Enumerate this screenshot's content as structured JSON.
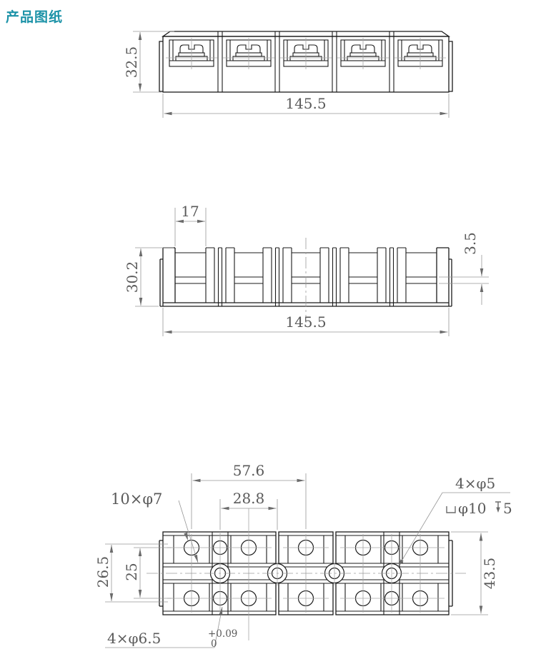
{
  "page": {
    "title": "产品图纸"
  },
  "front_view": {
    "height": "32.5",
    "width": "145.5"
  },
  "section_view": {
    "slot_width": "17",
    "height": "30.2",
    "plate_thickness": "3.5",
    "width": "145.5"
  },
  "plan_view": {
    "hole_pitch_double": "57.6",
    "hole_pitch": "28.8",
    "wire_holes_label": "10×φ7",
    "screw_holes_label": "4×φ5",
    "counterbore_dia": "φ10",
    "counterbore_depth": "5",
    "row_spacing_outer": "26.5",
    "row_spacing": "25",
    "block_depth": "43.5",
    "slot_holes_label": "4×φ6.5",
    "tol_upper": "+0.09",
    "tol_lower": "0"
  }
}
